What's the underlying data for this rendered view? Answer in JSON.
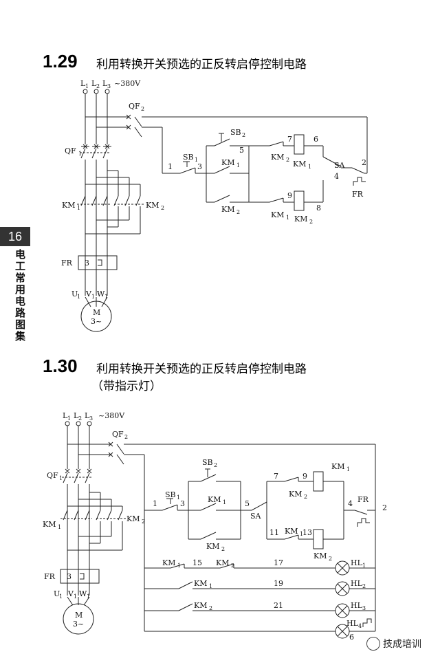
{
  "page": {
    "side_tab": "16",
    "side_text": "电工常用电路图集",
    "watermark": "技成培训"
  },
  "sections": [
    {
      "number": "1.29",
      "title": "利用转换开关预选的正反转启停控制电路",
      "subtitle": ""
    },
    {
      "number": "1.30",
      "title": "利用转换开关预选的正反转启停控制电路",
      "subtitle": "（带指示灯）"
    }
  ],
  "diagram1": {
    "supply": "~380V",
    "labels": {
      "L1": "L",
      "L2": "L",
      "L3": "L",
      "QF1": "QF",
      "QF2": "QF",
      "KM1": "KM",
      "KM2": "KM",
      "FR": "FR",
      "FR_value": "3",
      "SB1": "SB",
      "SB2": "SB",
      "SA": "SA",
      "U1": "U",
      "V1": "V",
      "W1": "W",
      "M": "M",
      "M_phase": "3~",
      "n1": "1",
      "n2": "2",
      "n3": "3",
      "n4": "4",
      "n5": "5",
      "n6": "6",
      "n7": "7",
      "n8": "8",
      "n9": "9"
    }
  },
  "diagram2": {
    "supply": "~380V",
    "labels": {
      "L1": "L",
      "L2": "L",
      "L3": "L",
      "QF1": "QF",
      "QF2": "QF",
      "KM1": "KM",
      "KM2": "KM",
      "FR": "FR",
      "FR_value": "3",
      "SB1": "SB",
      "SB2": "SB",
      "SA": "SA",
      "U1": "U",
      "V1": "V",
      "W1": "W",
      "M": "M",
      "M_phase": "3~",
      "HL1": "HL",
      "HL2": "HL",
      "HL3": "HL",
      "HL4": "HL",
      "n1": "1",
      "n2": "2",
      "n3": "3",
      "n4": "4",
      "n5": "5",
      "n6": "6",
      "n7": "7",
      "n9": "9",
      "n11": "11",
      "n13": "13",
      "n15": "15",
      "n17": "17",
      "n19": "19",
      "n21": "21"
    }
  }
}
